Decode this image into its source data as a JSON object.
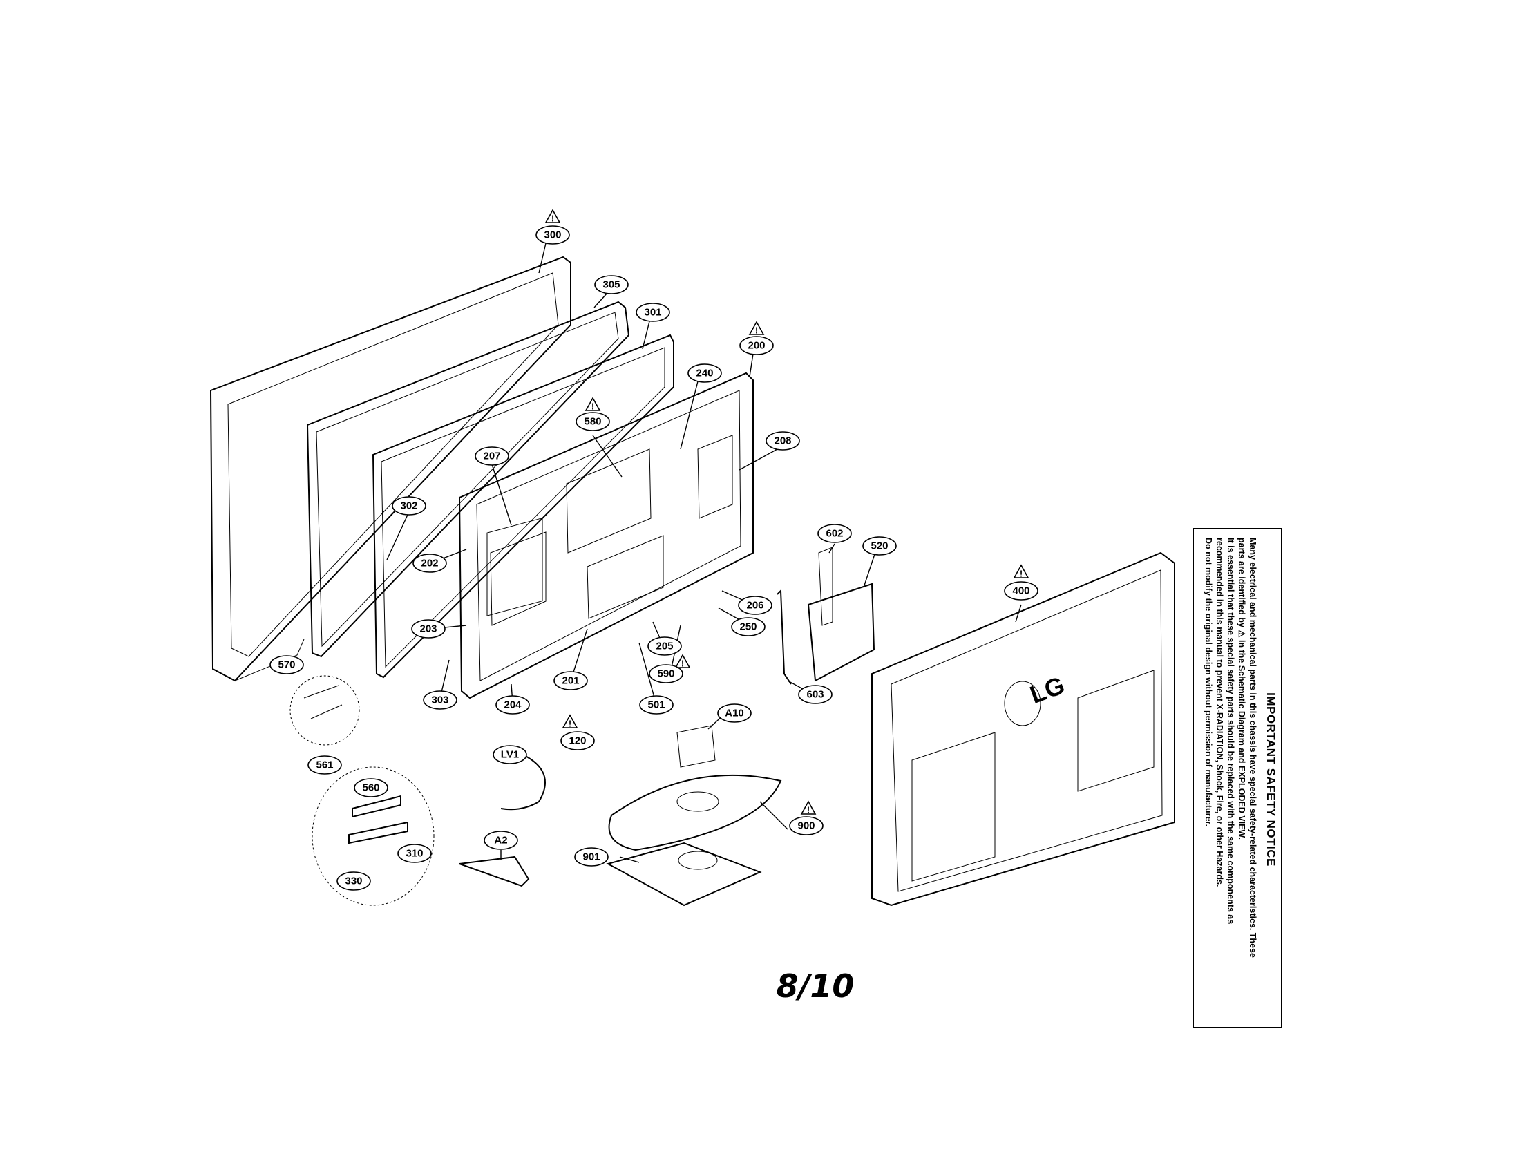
{
  "callouts": [
    {
      "id": "300"
    },
    {
      "id": "305"
    },
    {
      "id": "301"
    },
    {
      "id": "200"
    },
    {
      "id": "240"
    },
    {
      "id": "580"
    },
    {
      "id": "208"
    },
    {
      "id": "207"
    },
    {
      "id": "302"
    },
    {
      "id": "202"
    },
    {
      "id": "203"
    },
    {
      "id": "303"
    },
    {
      "id": "204"
    },
    {
      "id": "201"
    },
    {
      "id": "501"
    },
    {
      "id": "205"
    },
    {
      "id": "590"
    },
    {
      "id": "250"
    },
    {
      "id": "206"
    },
    {
      "id": "602"
    },
    {
      "id": "520"
    },
    {
      "id": "603"
    },
    {
      "id": "400"
    },
    {
      "id": "570"
    },
    {
      "id": "120"
    },
    {
      "id": "A10"
    },
    {
      "id": "LV1"
    },
    {
      "id": "561"
    },
    {
      "id": "560"
    },
    {
      "id": "310"
    },
    {
      "id": "330"
    },
    {
      "id": "A2"
    },
    {
      "id": "901"
    },
    {
      "id": "900"
    }
  ],
  "warning_symbol": "!",
  "logo_text": "LG",
  "page_number": "8/10",
  "notice": {
    "title": "IMPORTANT SAFETY NOTICE",
    "lines": [
      "Many electrical and mechanical parts in this chassis have special safety-related characteristics. These",
      "parts are identified by ⚠ in the Schematic Diagram and EXPLODED VIEW.",
      "It is essential that these special safety parts should be replaced with the same components as",
      "recommended in this manual to prevent X-RADIATION, Shock, Fire, or other Hazards.",
      "Do not modify the original design without permission of manufacturer."
    ]
  }
}
